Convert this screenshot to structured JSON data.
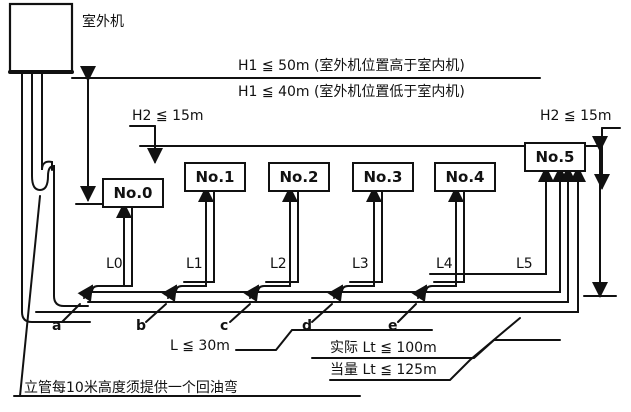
{
  "outdoor_unit": "室外机",
  "h1_upper": "H1 ≦ 50m (室外机位置高于室内机)",
  "h1_lower": "H1 ≦ 40m (室外机位置低于室内机)",
  "h2_left": "H2 ≦ 15m",
  "h2_right": "H2 ≦ 15m",
  "indoor_units": [
    "No.0",
    "No.1",
    "No.2",
    "No.3",
    "No.4",
    "No.5"
  ],
  "branch_lengths": [
    "L0",
    "L1",
    "L2",
    "L3",
    "L4",
    "L5"
  ],
  "junctions": [
    "a",
    "b",
    "c",
    "d",
    "e"
  ],
  "l_limit": "L ≦ 30m",
  "lt_actual": "实际 Lt ≦ 100m",
  "lt_equivalent": "当量 Lt ≦ 125m",
  "oil_trap_note": "立管每10米高度须提供一个回油弯",
  "colors": {
    "line": "#111111",
    "background": "#ffffff"
  }
}
